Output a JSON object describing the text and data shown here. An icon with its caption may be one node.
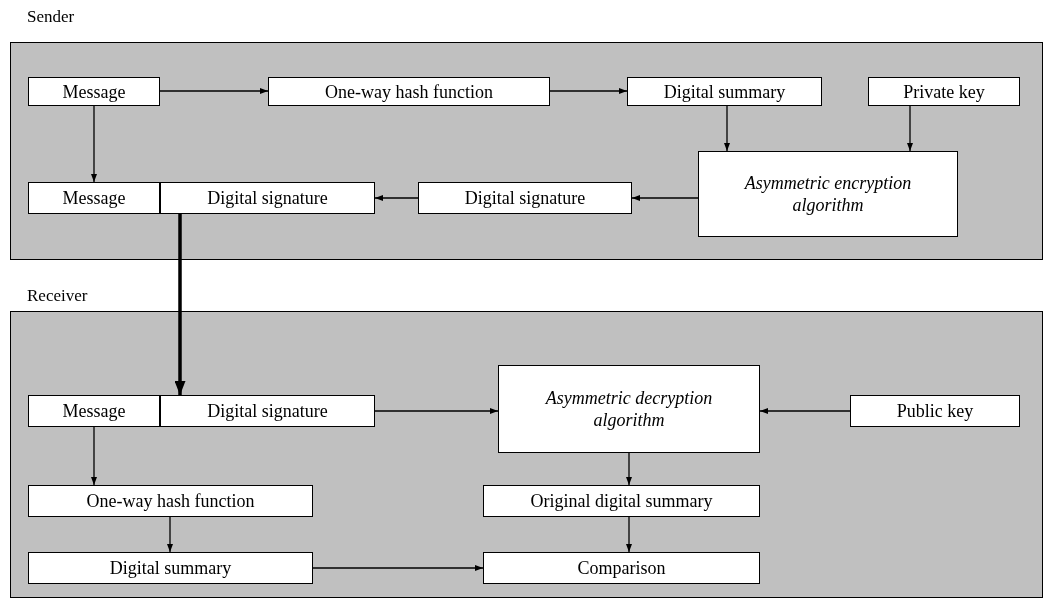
{
  "diagram": {
    "nodes": [
      {
        "text": [
          "Sender"
        ]
      },
      {
        "text": [
          "Message"
        ],
        "in": 0
      },
      {
        "text": [
          "One-way hash function"
        ],
        "in": 0
      },
      {
        "text": [
          "Digital summary"
        ],
        "in": 0
      },
      {
        "text": [
          "Private key"
        ],
        "in": 0
      },
      {
        "text": [
          "Asymmetric encryption algorithm"
        ],
        "in": 0
      },
      {
        "text": [
          "Digital signature"
        ],
        "in": 0
      },
      {
        "text": [
          "Message"
        ],
        "in": 0
      },
      {
        "text": [
          "Digital signature"
        ],
        "in": 0
      },
      {
        "text": [
          "Receiver"
        ]
      },
      {
        "text": [
          "Message"
        ],
        "in": 9
      },
      {
        "text": [
          "Digital signature"
        ],
        "in": 9
      },
      {
        "text": [
          "Asymmetric decryption algorithm"
        ],
        "in": 9
      },
      {
        "text": [
          "Public key"
        ],
        "in": 9
      },
      {
        "text": [
          "One-way hash function"
        ],
        "in": 9
      },
      {
        "text": [
          "Original digital summary"
        ],
        "in": 9
      },
      {
        "text": [
          "Digital summary"
        ],
        "in": 9
      },
      {
        "text": [
          "Comparison"
        ],
        "in": 9
      }
    ],
    "edges": [
      {
        "from": 1,
        "to": 2,
        "arrow": "to"
      },
      {
        "from": 2,
        "to": 3,
        "arrow": "to"
      },
      {
        "from": 3,
        "to": 5,
        "arrow": "to"
      },
      {
        "from": 4,
        "to": 5,
        "arrow": "to"
      },
      {
        "from": 5,
        "to": 6,
        "arrow": "to"
      },
      {
        "from": 6,
        "to": 8,
        "arrow": "to"
      },
      {
        "from": 1,
        "to": 7,
        "arrow": "to"
      },
      {
        "from": 8,
        "to": 11,
        "arrow": "to",
        "style": "thick"
      },
      {
        "from": 11,
        "to": 12,
        "arrow": "to"
      },
      {
        "from": 13,
        "to": 12,
        "arrow": "to"
      },
      {
        "from": 10,
        "to": 14,
        "arrow": "to"
      },
      {
        "from": 12,
        "to": 15,
        "arrow": "to"
      },
      {
        "from": 14,
        "to": 16,
        "arrow": "to"
      },
      {
        "from": 16,
        "to": 17,
        "arrow": "to"
      },
      {
        "from": 15,
        "to": 17,
        "arrow": "to"
      }
    ]
  }
}
